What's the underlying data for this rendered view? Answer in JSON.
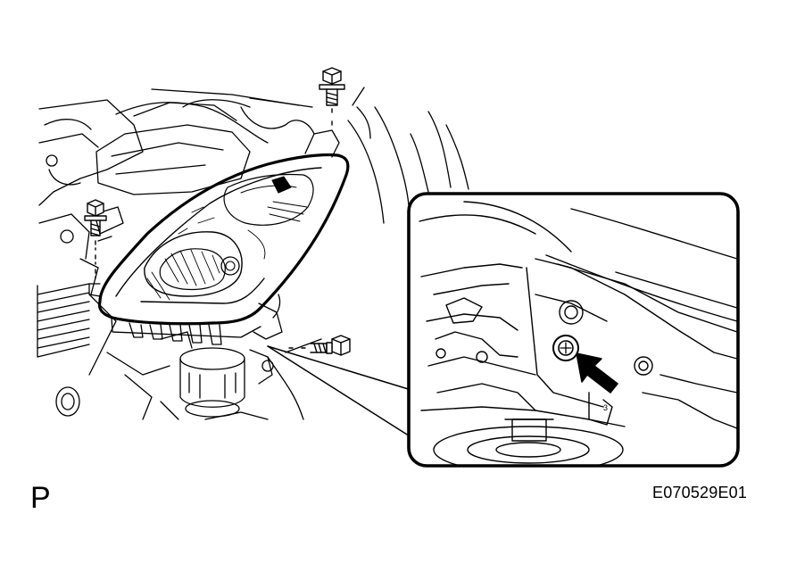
{
  "figure": {
    "view_code": "P",
    "figure_id": "E070529E01",
    "colors": {
      "line": "#000000",
      "background": "#ffffff",
      "shade": "#bdbdbd"
    },
    "parts": {
      "headlight": "headlight-assembly",
      "bolts": [
        "upper-bolt-icon",
        "left-bolt-icon",
        "lower-bolt-icon"
      ],
      "detail_callout": "detail-inset",
      "arrow": "arrow-icon"
    }
  }
}
